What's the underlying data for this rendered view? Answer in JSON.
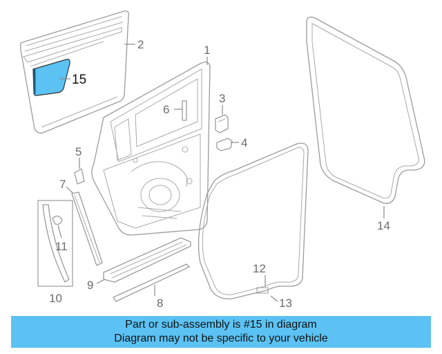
{
  "diagram": {
    "highlight_color": "#5bc2f3",
    "callouts": {
      "c1": "1",
      "c2": "2",
      "c3": "3",
      "c4": "4",
      "c5": "5",
      "c6": "6",
      "c7": "7",
      "c8": "8",
      "c9": "9",
      "c10": "10",
      "c11": "11",
      "c12": "12",
      "c13": "13",
      "c14": "14",
      "c15": "15"
    }
  },
  "banner": {
    "line1": "Part or sub-assembly is #15 in diagram",
    "line2": "Diagram may not be specific to your vehicle",
    "color": "#5bc2f3"
  }
}
